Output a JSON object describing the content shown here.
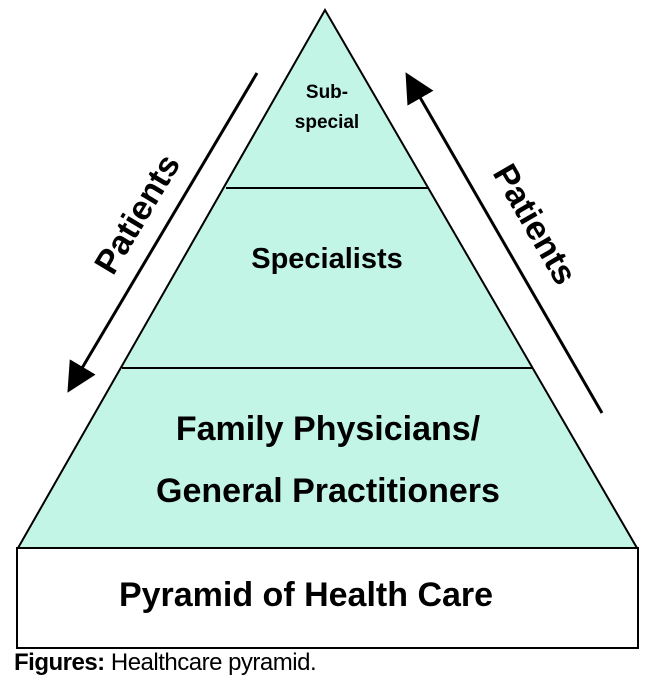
{
  "diagram": {
    "tiers": {
      "top_line1": "Sub-",
      "top_line2": "special",
      "middle": "Specialists",
      "bottom_line1": "Family Physicians/",
      "bottom_line2": "General Practitioners"
    },
    "base_label": "Pyramid of Health Care",
    "arrow_left_label": "Patients",
    "arrow_right_label": "Patients",
    "fill_color": "#c2f5e6",
    "stroke_color": "#000000"
  },
  "caption": {
    "prefix": "Figures:",
    "text": " Healthcare pyramid."
  }
}
